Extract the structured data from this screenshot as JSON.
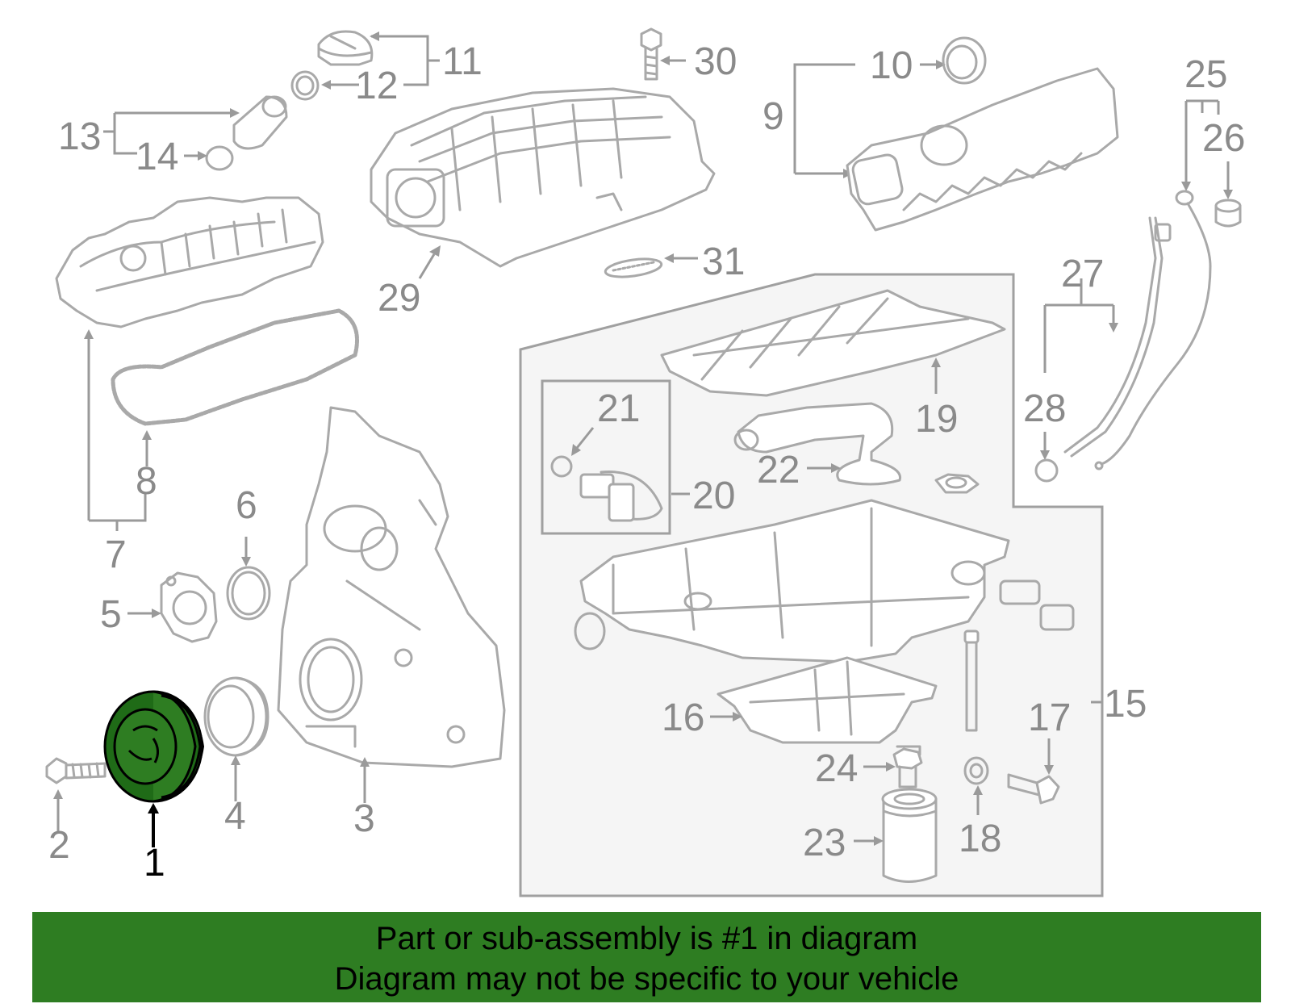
{
  "callouts": [
    "1",
    "2",
    "3",
    "4",
    "5",
    "6",
    "7",
    "8",
    "9",
    "10",
    "11",
    "12",
    "13",
    "14",
    "15",
    "16",
    "17",
    "18",
    "19",
    "20",
    "21",
    "22",
    "23",
    "24",
    "25",
    "26",
    "27",
    "28",
    "29",
    "30",
    "31"
  ],
  "highlighted_part": "1",
  "colors": {
    "highlight": "#2e7d22",
    "line": "#a9a9a9",
    "label": "#8a8a8a",
    "group_box_bg": "#f5f5f5"
  },
  "banner": {
    "line1": "Part or sub-assembly is #1 in diagram",
    "line2": "Diagram may not be specific to your vehicle"
  }
}
